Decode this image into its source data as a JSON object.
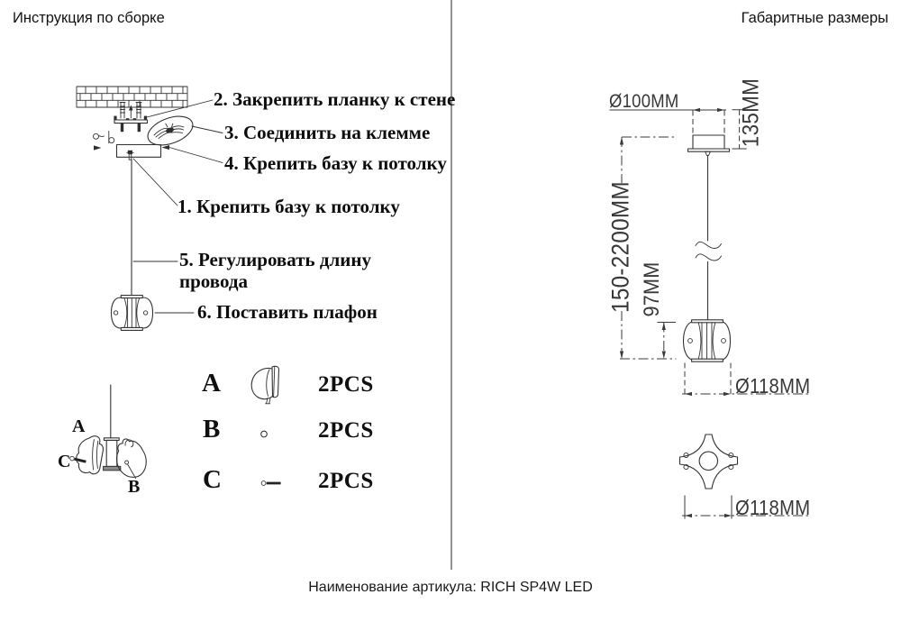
{
  "page": {
    "left_title": "Инструкция по сборке",
    "right_title": "Габаритные размеры",
    "footer": "Наименование артикула: RICH SP4W LED"
  },
  "steps": {
    "s1": "1. Крепить базу к потолку",
    "s2": "2. Закрепить планку к стене",
    "s3": "3. Соединить на клемме",
    "s4": "4. Крепить базу к потолку",
    "s5": "5. Регулировать длину провода",
    "s6": "6. Поставить плафон"
  },
  "parts": [
    {
      "letter": "A",
      "qty": "2PCS",
      "icon": "shade-half-icon"
    },
    {
      "letter": "B",
      "qty": "2PCS",
      "icon": "pin-hole-icon"
    },
    {
      "letter": "C",
      "qty": "2PCS",
      "icon": "screw-icon"
    }
  ],
  "exploded": {
    "a": "A",
    "b": "B",
    "c": "C"
  },
  "dimensions": {
    "canopy_diameter": "Ø100MM",
    "canopy_height": "135MM",
    "suspension_length": "150-2200MM",
    "shade_height": "97MM",
    "shade_diameter": "Ø118MM",
    "base_diameter": "Ø118MM"
  },
  "colors": {
    "ink": "#101010",
    "line": "#333333",
    "dimension": "#3a3a3a",
    "background": "#ffffff"
  }
}
